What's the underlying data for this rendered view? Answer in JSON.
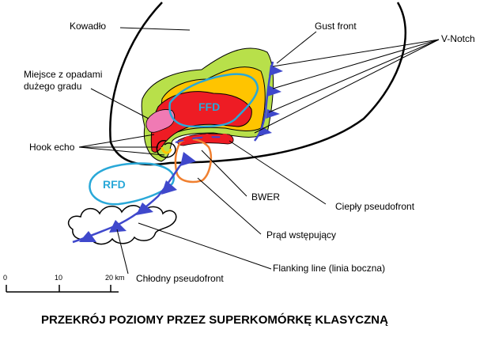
{
  "diagram": {
    "title": "PRZEKRÓJ POZIOMY PRZEZ SUPERKOMÓRKĘ KLASYCZNĄ",
    "labels": {
      "kowadlo": "Kowadło",
      "gust_front": "Gust front",
      "v_notch": "V-Notch",
      "hail_line1": "Miejsce z opadami",
      "hail_line2": "dużego gradu",
      "hook_echo": "Hook echo",
      "bwer": "BWER",
      "warm_front": "Ciepły pseudofront",
      "updraft": "Prąd wstępujący",
      "flanking": "Flanking line (linia boczna)",
      "cold_front": "Chłodny pseudofront"
    },
    "regions": {
      "ffd": "FFD",
      "rfd": "RFD"
    },
    "scale_bar": {
      "ticks": [
        "0",
        "10",
        "20 km"
      ]
    },
    "colors": {
      "outer_precip": "#b8e04a",
      "moderate_precip": "#ffc400",
      "heavy_precip": "#ee1c24",
      "hail": "#f07ab4",
      "rfd_ffd_outline": "#29a8d8",
      "updraft_outline": "#f08030",
      "front_symbols": "#3f48cc",
      "anvil_outline": "#000000"
    }
  }
}
